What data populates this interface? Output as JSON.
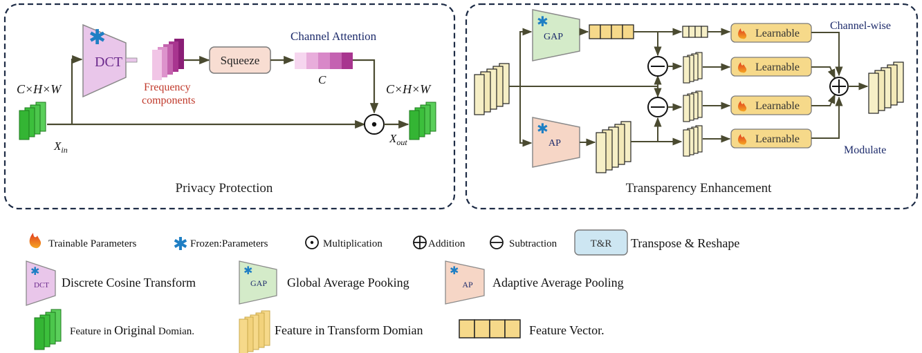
{
  "panels": {
    "privacy": {
      "title": "Privacy Protection",
      "dct_label": "DCT",
      "frequency_label_1": "Frequency",
      "frequency_label_2": "components",
      "squeeze_label": "Squeeze",
      "channel_attention_label": "Channel Attention",
      "channel_dim": "C",
      "input_dims": "C×H×W",
      "output_dims": "C×H×W",
      "x_in": "X",
      "x_in_sub": "in",
      "x_out": "X",
      "x_out_sub": "out"
    },
    "transparency": {
      "title": "Transparency Enhancement",
      "gap_label": "GAP",
      "ap_label": "AP",
      "learnable_labels": [
        "Learnable",
        "Learnable",
        "Learnable",
        "Learnable"
      ],
      "channel_wise_label": "Channel-wise",
      "modulate_label": "Modulate"
    }
  },
  "legend": {
    "trainable": "Trainable Parameters",
    "frozen": "Frozen:Parameters",
    "multiplication": "Multiplication",
    "addition": "Addition",
    "subtraction": "Subtraction",
    "tr_box": "T&R",
    "tr_text": "Transpose & Reshape",
    "dct_box": "DCT",
    "dct_text": "Discrete Cosine Transform",
    "gap_box": "GAP",
    "gap_text": "Global Average Pooking",
    "ap_box": "AP",
    "ap_text": "Adaptive Average Pooling",
    "original_a": "Feature in ",
    "original_b": "Original",
    "original_c": " Domian.",
    "transform_text": "Feature in Transform Domian",
    "vector_text": "Feature Vector."
  },
  "colors": {
    "panel_border": "#1d2b45",
    "arrow": "#4a4a30",
    "green": "#3cbf3c",
    "dct_fill": "#e9c6ea",
    "dct_text": "#6b2a8c",
    "gap_fill": "#d4ebc9",
    "ap_fill": "#f6d6c6",
    "learnable_fill": "#f6d98a",
    "cream": "#f6efc6",
    "squeeze_fill": "#f8ddd2",
    "tr_fill": "#cde6f2",
    "navy_text": "#1d2b6b",
    "freq_text": "#c0392b",
    "frozen_star": "#1f7fc4",
    "flame": "#e03a1e"
  },
  "icons": [
    "snowflake-icon",
    "flame-icon",
    "odot-icon",
    "oplus-icon",
    "ominus-icon"
  ]
}
